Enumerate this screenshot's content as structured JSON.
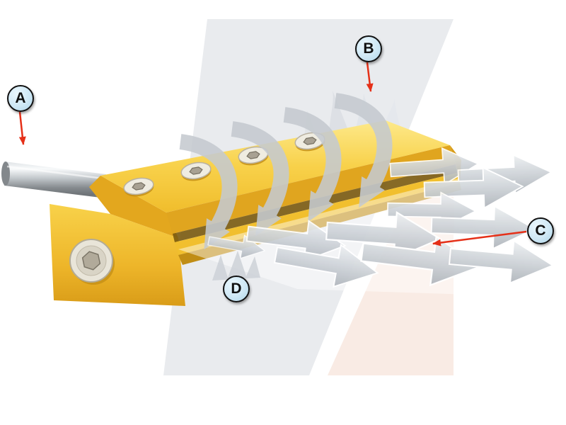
{
  "callouts": [
    {
      "letter": "A"
    },
    {
      "letter": "B"
    },
    {
      "letter": "C"
    },
    {
      "letter": "D"
    }
  ],
  "colors": {
    "callout_fill": "#cfe8f5",
    "callout_border": "#111111",
    "pointer_arrow": "#e53018",
    "device_body": "#f6c734",
    "device_body_dark": "#e0a51f",
    "airflow_gray": "#c5cad0",
    "tube_metal": "#9aa0a5",
    "backdrop_gray": "#e9ebee",
    "backdrop_peach": "#f9ebe4"
  }
}
